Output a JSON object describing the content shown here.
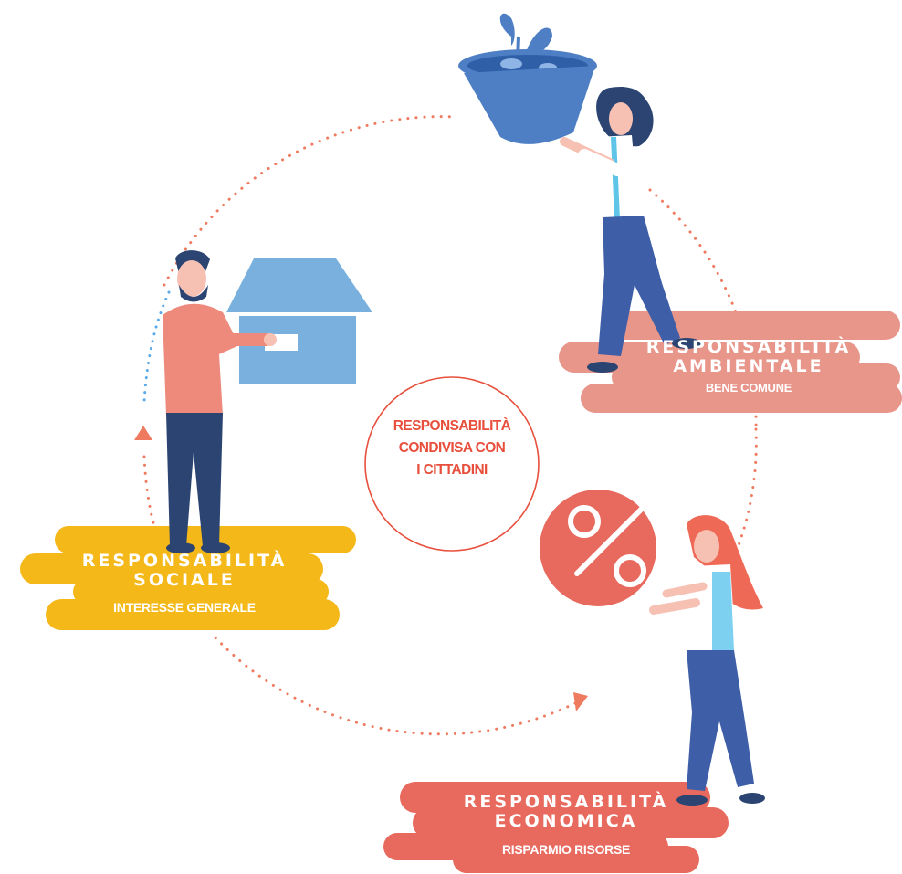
{
  "center": {
    "lines": [
      "RESPONSABILITÀ",
      "CONDIVISA CON",
      "I CITTADINI"
    ]
  },
  "ambientale": {
    "title_line1": "RESPONSABILITÀ",
    "title_line2": "AMBIENTALE",
    "subtitle": "BENE COMUNE",
    "color": "#e8958a"
  },
  "sociale": {
    "title_line1": "RESPONSABILITÀ",
    "title_line2": "SOCIALE",
    "subtitle": "INTERESSE GENERALE",
    "color": "#f4b819"
  },
  "economica": {
    "title_line1": "RESPONSABILITÀ",
    "title_line2": "ECONOMICA",
    "subtitle": "RISPARMIO RISORSE",
    "color": "#e86a5e"
  },
  "palette": {
    "cycle_dots": "#ee7b5f",
    "blue_dots": "#5aa9e8",
    "plant_pot": "#4e7fc4",
    "house": "#79b0de",
    "shirt_salmon": "#ee8a7c",
    "navy": "#2b4471",
    "pants_blue": "#3e5ea8",
    "hair_red": "#ef6a56",
    "skin": "#f6c1b3"
  }
}
